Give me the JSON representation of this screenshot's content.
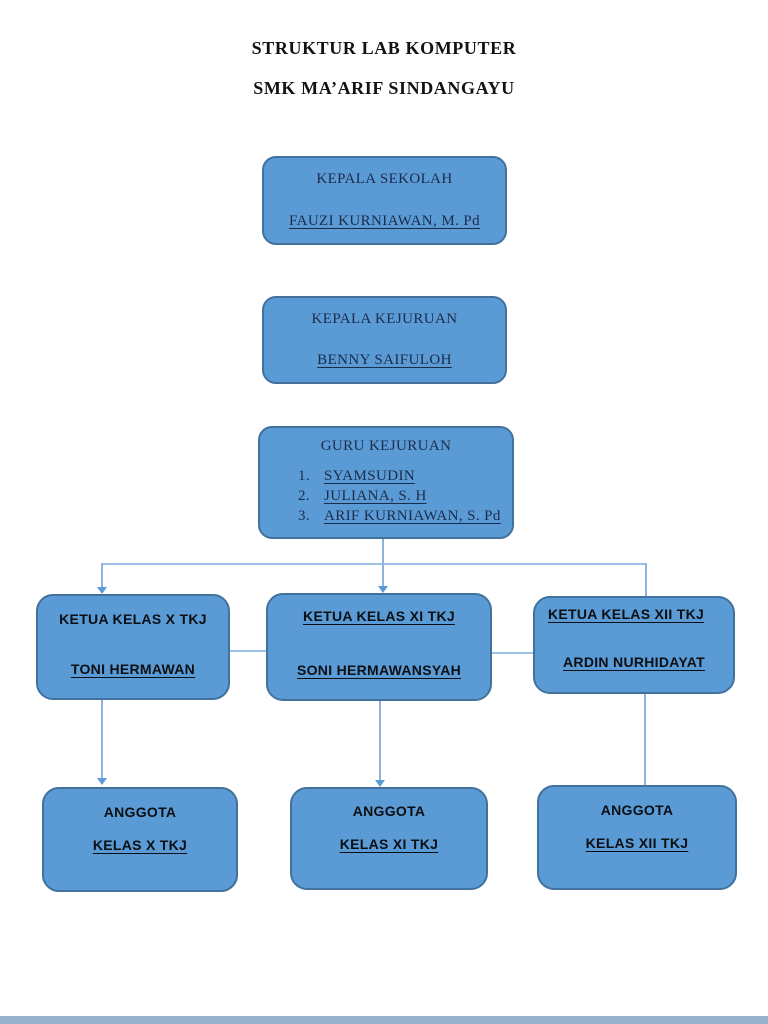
{
  "page": {
    "title_line1": "STRUKTUR LAB KOMPUTER",
    "title_line2": "SMK MA’ARIF SINDANGAYU"
  },
  "colors": {
    "box_fill": "#5b9bd5",
    "box_border": "#41719c",
    "connector": "#8eb4dc",
    "serif_text": "#1b2b4b",
    "sans_text": "#0b0f14",
    "page_background": "#ffffff",
    "bottom_edge_bar": "#97b2cd"
  },
  "org": {
    "kepala_sekolah": {
      "role": "KEPALA SEKOLAH",
      "name": "FAUZI KURNIAWAN, M. Pd"
    },
    "kepala_kejuruan": {
      "role": "KEPALA KEJURUAN",
      "name": "BENNY SAIFULOH"
    },
    "guru_kejuruan": {
      "role": "GURU KEJURUAN",
      "members": [
        {
          "num": "1.",
          "name": "SYAMSUDIN"
        },
        {
          "num": "2.",
          "name": "JULIANA, S. H"
        },
        {
          "num": "3.",
          "name": "ARIF KURNIAWAN, S. Pd"
        }
      ]
    },
    "ketua": [
      {
        "role": "KETUA KELAS X TKJ",
        "name": "TONI HERMAWAN"
      },
      {
        "role": "KETUA KELAS XI TKJ",
        "name": "SONI HERMAWANSYAH"
      },
      {
        "role": "KETUA KELAS XII TKJ",
        "name": "ARDIN NURHIDAYAT"
      }
    ],
    "anggota": [
      {
        "role": "ANGGOTA",
        "name": "KELAS X TKJ"
      },
      {
        "role": "ANGGOTA",
        "name": "KELAS XI TKJ"
      },
      {
        "role": "ANGGOTA",
        "name": "KELAS XII TKJ"
      }
    ]
  }
}
